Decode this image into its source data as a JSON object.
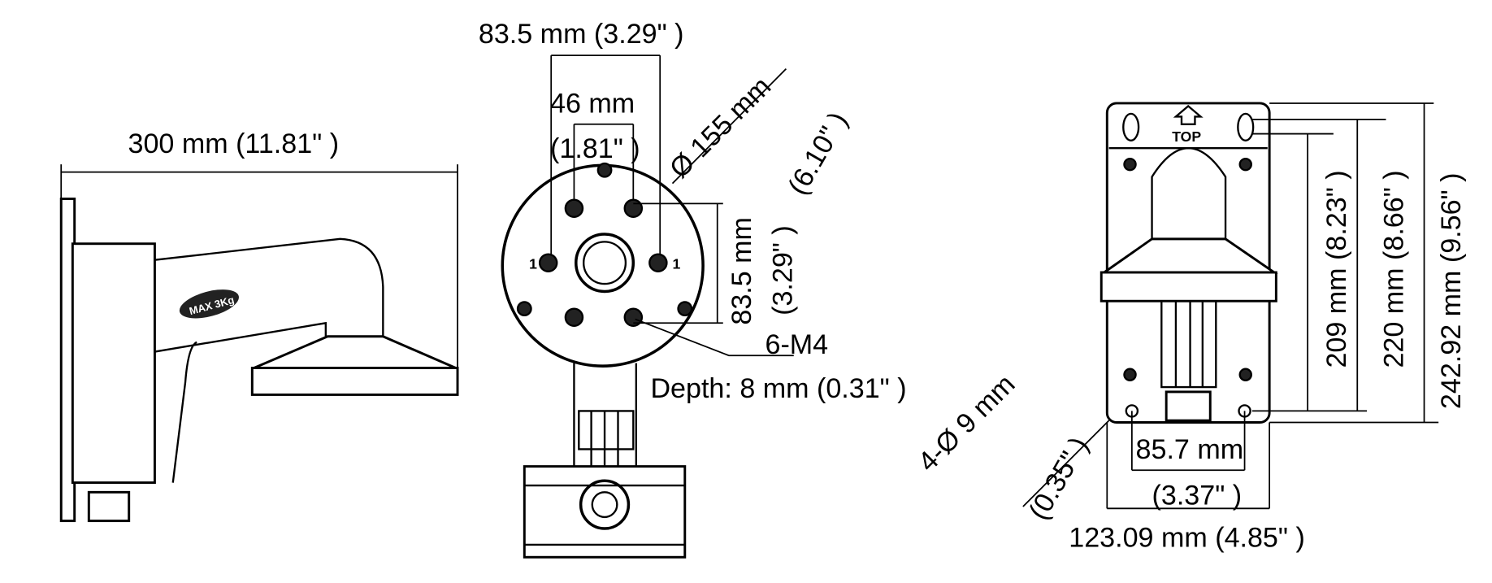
{
  "side_view": {
    "width_label": "300 mm (11.81\" )",
    "load_badge": "MAX 3Kg"
  },
  "front_view": {
    "outer_spacing_label": "83.5 mm (3.29\" )",
    "inner_spacing_mm": "46 mm",
    "inner_spacing_in": "(1.81\" )",
    "diameter_mm": "Ø 155 mm",
    "diameter_in": "(6.10\" )",
    "vertical_spacing_mm": "83.5 mm",
    "vertical_spacing_in": "(3.29\" )",
    "screw_label": "6-M4",
    "depth_label": "Depth: 8 mm (0.31\" )",
    "hole_mark": "1"
  },
  "back_view": {
    "top_label": "TOP",
    "height_209": "209 mm (8.23\" )",
    "height_220": "220 mm (8.66\" )",
    "height_242": "242.92 mm (9.56\" )",
    "hole_dia_mm": "4-Ø 9 mm",
    "hole_dia_in": "(0.35\" )",
    "hole_spacing_mm": "85.7 mm",
    "hole_spacing_in": "(3.37\" )",
    "plate_width_label": "123.09 mm (4.85\" )"
  }
}
